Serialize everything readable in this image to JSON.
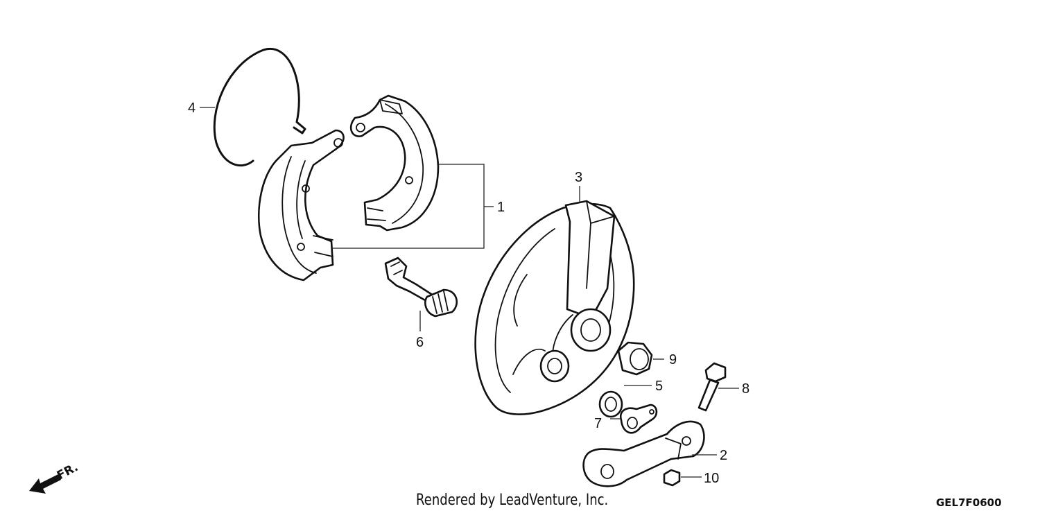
{
  "callouts": {
    "c1": "1",
    "c2": "2",
    "c3": "3",
    "c4": "4",
    "c5": "5",
    "c6": "6",
    "c7": "7",
    "c8": "8",
    "c9": "9",
    "c10": "10"
  },
  "direction_marker": "FR.",
  "credit": "Rendered by LeadVenture, Inc.",
  "diagram_code": "GEL7F0600"
}
